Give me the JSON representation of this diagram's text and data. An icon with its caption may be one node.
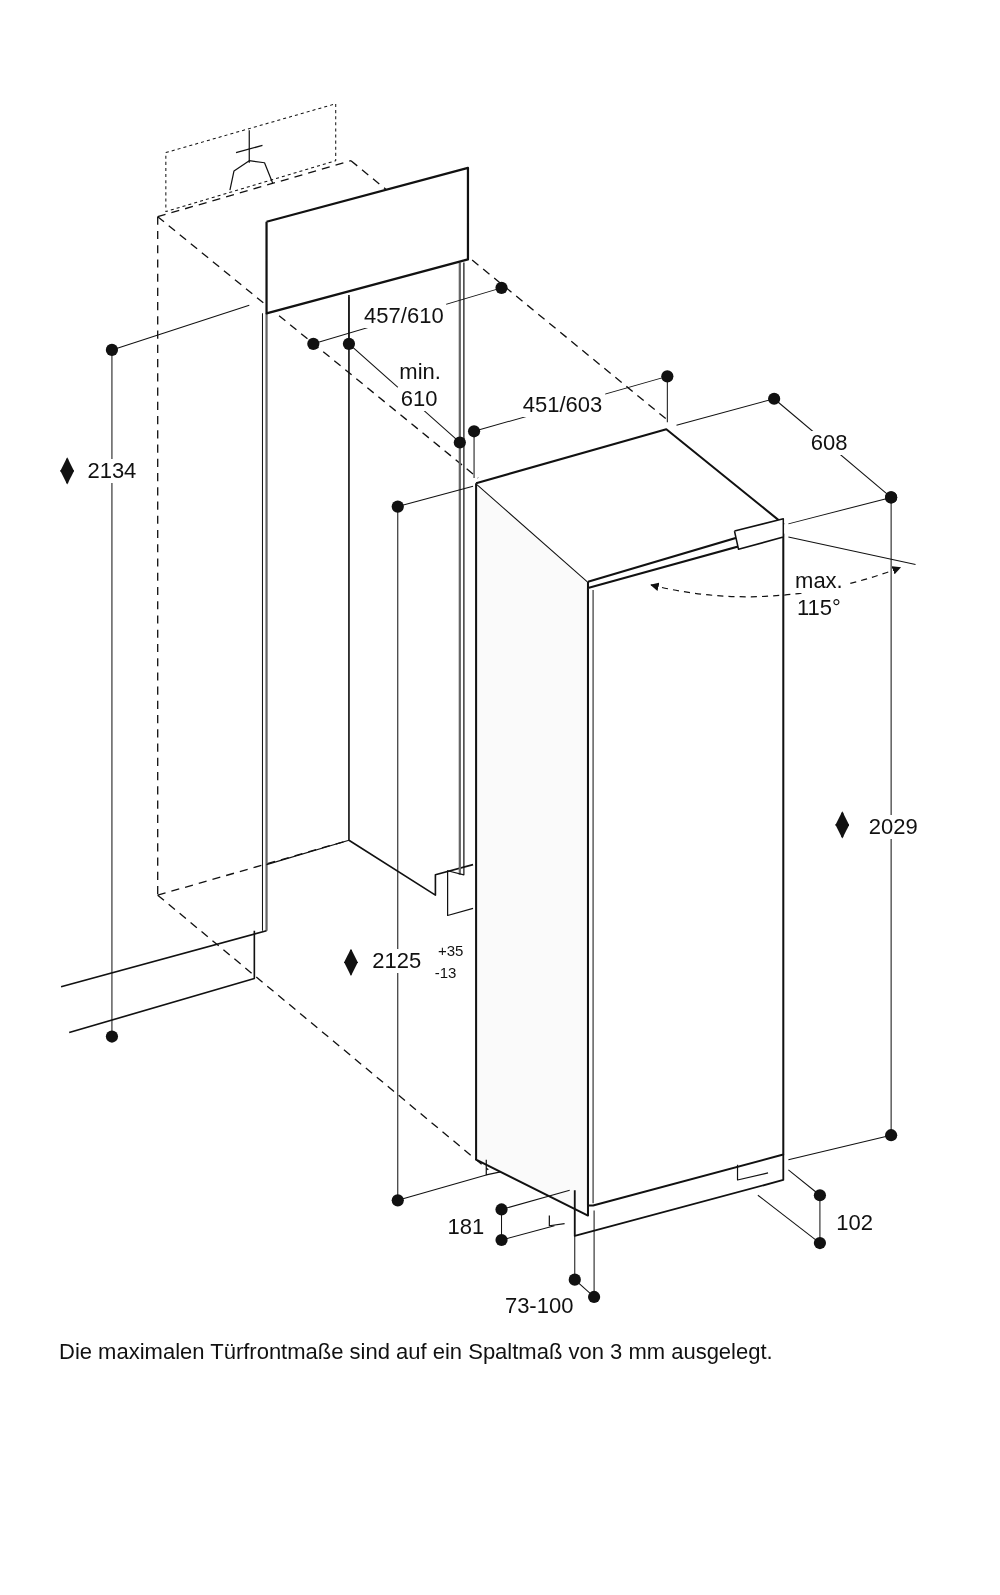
{
  "diagram": {
    "caption": "Die maximalen Türfrontmaße sind auf ein Spaltmaß von 3 mm ausgelegt.",
    "labels": [
      "457/610",
      "min.",
      "610",
      "451/603",
      "608",
      "2134",
      "max.",
      "115°",
      "2029",
      "2125",
      "+35",
      "-13",
      "181",
      "102",
      "73-100"
    ]
  }
}
